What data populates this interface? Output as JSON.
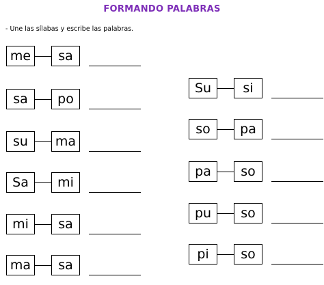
{
  "title": "FORMANDO PALABRAS",
  "instruction": "- Une las sílabas y escribe las palabras.",
  "colors": {
    "title": "#7e2fb8",
    "ink": "#000000"
  },
  "left_column": [
    {
      "first": "me",
      "second": "sa"
    },
    {
      "first": "sa",
      "second": "po"
    },
    {
      "first": "su",
      "second": "ma"
    },
    {
      "first": "Sa",
      "second": "mi"
    },
    {
      "first": "mi",
      "second": "sa"
    },
    {
      "first": "ma",
      "second": "sa"
    }
  ],
  "right_column": [
    {
      "first": "Su",
      "second": "si"
    },
    {
      "first": "so",
      "second": "pa"
    },
    {
      "first": "pa",
      "second": "so"
    },
    {
      "first": "pu",
      "second": "so"
    },
    {
      "first": "pi",
      "second": "so"
    }
  ]
}
